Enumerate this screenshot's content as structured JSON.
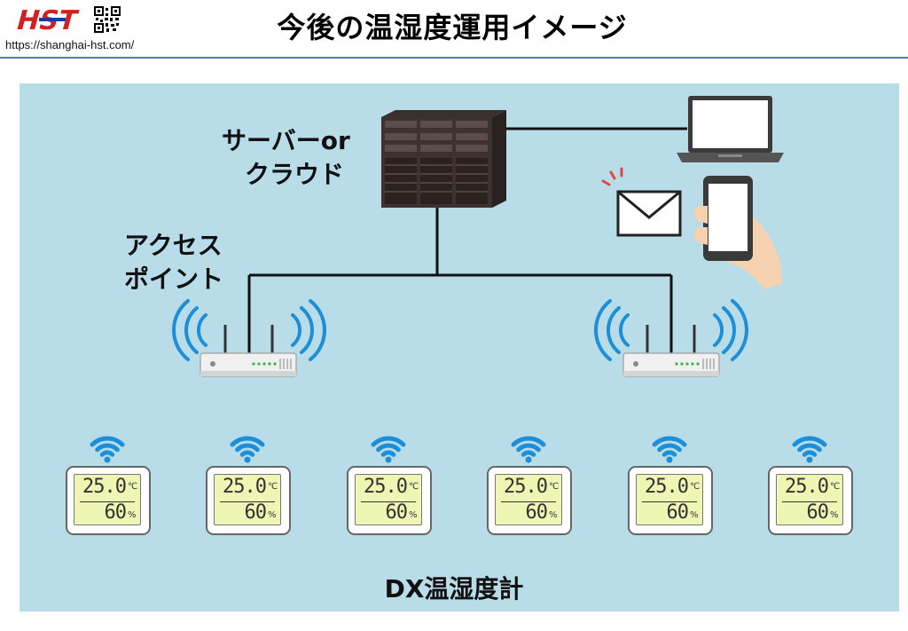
{
  "header": {
    "logo_text": "HST",
    "url": "https://shanghai-hst.com/",
    "title": "今後の温湿度運用イメージ"
  },
  "diagram": {
    "server_label_line1": "サーバーor",
    "server_label_line2": "クラウド",
    "ap_label_line1": "アクセス",
    "ap_label_line2": "ポイント",
    "sensor_label": "DX温湿度計",
    "sensors": [
      {
        "temp": "25.0",
        "temp_unit": "℃",
        "humidity": "60",
        "humidity_unit": "%"
      },
      {
        "temp": "25.0",
        "temp_unit": "℃",
        "humidity": "60",
        "humidity_unit": "%"
      },
      {
        "temp": "25.0",
        "temp_unit": "℃",
        "humidity": "60",
        "humidity_unit": "%"
      },
      {
        "temp": "25.0",
        "temp_unit": "℃",
        "humidity": "60",
        "humidity_unit": "%"
      },
      {
        "temp": "25.0",
        "temp_unit": "℃",
        "humidity": "60",
        "humidity_unit": "%"
      },
      {
        "temp": "25.0",
        "temp_unit": "℃",
        "humidity": "60",
        "humidity_unit": "%"
      }
    ]
  },
  "colors": {
    "panel": "#b8dce8",
    "wifi": "#1c8fd8",
    "rule": "#5a78a5",
    "lcd": "#eff5b3"
  },
  "icons": [
    "logo",
    "qr-code-icon",
    "server-rack-icon",
    "laptop-icon",
    "smartphone-icon",
    "envelope-icon",
    "router-icon",
    "wifi-icon",
    "thermo-hygrometer-icon"
  ]
}
